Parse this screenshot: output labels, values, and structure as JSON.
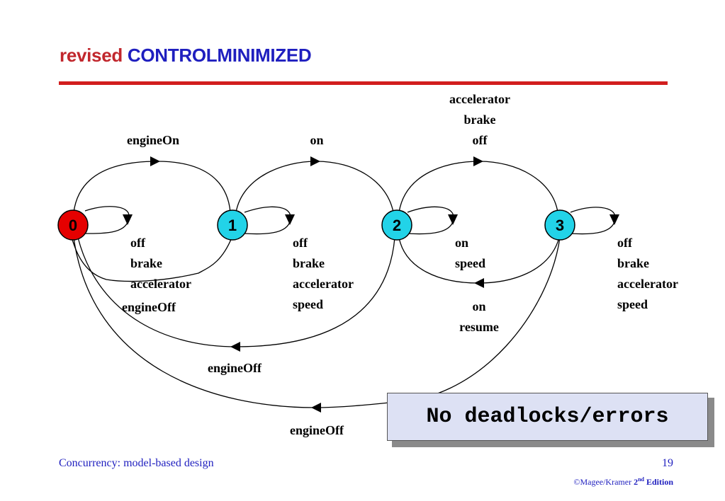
{
  "title": {
    "prefix": "revised",
    "main": "CONTROLMINIMIZED"
  },
  "colors": {
    "title_prefix": "#c1272d",
    "title_main": "#1f1fbf",
    "rule": "#d21e1e",
    "initial_state": "#e50000",
    "state": "#22d3e8",
    "footer": "#1f1fbf",
    "callout_bg": "#dde1f4"
  },
  "states": [
    {
      "id": "0",
      "label": "0",
      "initial": true
    },
    {
      "id": "1",
      "label": "1"
    },
    {
      "id": "2",
      "label": "2"
    },
    {
      "id": "3",
      "label": "3"
    }
  ],
  "transitions": [
    {
      "from": "0",
      "to": "1",
      "labels": [
        "engineOn"
      ]
    },
    {
      "from": "0",
      "to": "0",
      "labels": [
        "off",
        "brake",
        "accelerator"
      ]
    },
    {
      "from": "1",
      "to": "0",
      "labels": [
        "engineOff"
      ]
    },
    {
      "from": "1",
      "to": "1",
      "labels": [
        "off",
        "brake",
        "accelerator",
        "speed"
      ]
    },
    {
      "from": "1",
      "to": "2",
      "labels": [
        "on"
      ]
    },
    {
      "from": "2",
      "to": "0",
      "labels": [
        "engineOff"
      ]
    },
    {
      "from": "2",
      "to": "2",
      "labels": [
        "on",
        "speed"
      ]
    },
    {
      "from": "2",
      "to": "3",
      "labels": [
        "accelerator",
        "brake",
        "off"
      ]
    },
    {
      "from": "3",
      "to": "2",
      "labels": [
        "on",
        "resume"
      ]
    },
    {
      "from": "3",
      "to": "3",
      "labels": [
        "off",
        "brake",
        "accelerator",
        "speed"
      ]
    },
    {
      "from": "3",
      "to": "0",
      "labels": [
        "engineOff"
      ]
    }
  ],
  "callout": "No deadlocks/errors",
  "footer": {
    "left": "Concurrency: model-based design",
    "page": "19",
    "copyright": "©Magee/Kramer",
    "edition_num": "2",
    "edition_sup": "nd",
    "edition_word": "Edition"
  }
}
